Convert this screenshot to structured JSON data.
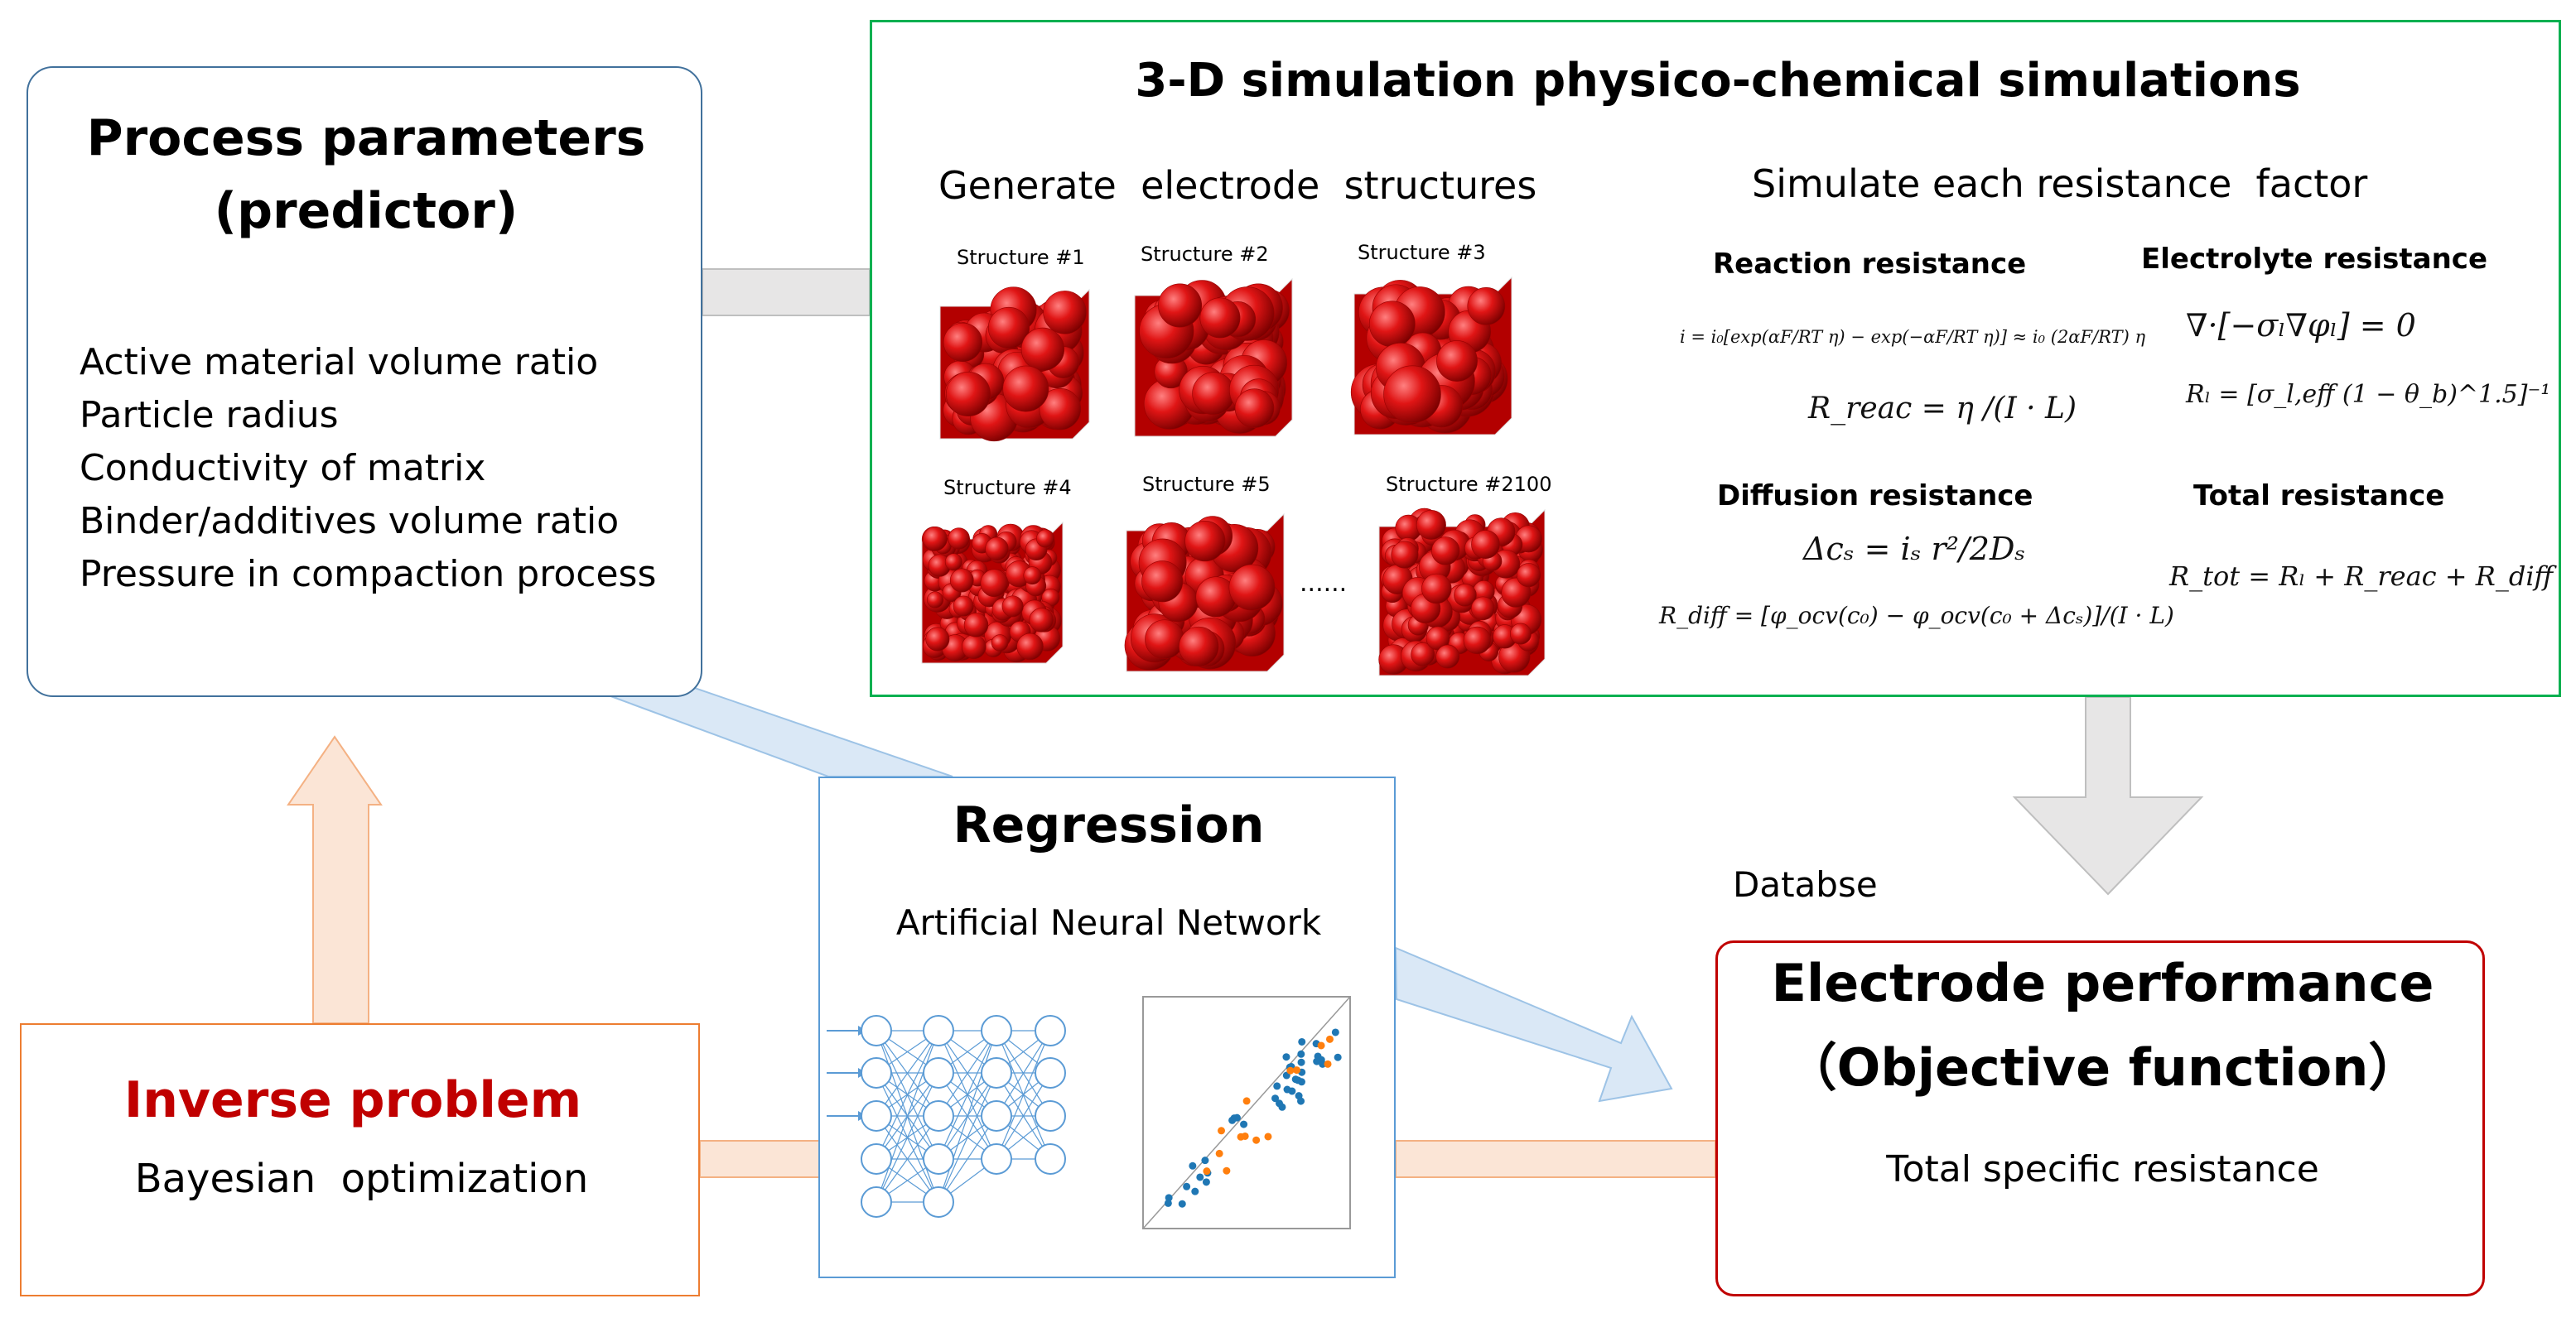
{
  "process_box": {
    "title": "Process parameters",
    "subtitle": "(predictor)",
    "items": [
      "Active material volume ratio",
      "Particle radius",
      "Conductivity of matrix",
      "Binder/additives volume ratio",
      "Pressure in compaction process"
    ]
  },
  "simulation_box": {
    "title": "3-D simulation physico-chemical simulations",
    "left_heading": "Generate  electrode  structures",
    "right_heading": "Simulate each resistance  factor",
    "structures": [
      "Structure #1",
      "Structure #2",
      "Structure #3",
      "Structure #4",
      "Structure #5",
      "Structure #2100"
    ],
    "ellipsis": "......",
    "reaction": {
      "label": "Reaction resistance",
      "eq1": "i = i₀[exp(αF/RT η) − exp(−αF/RT η)] ≈ i₀ (2αF/RT) η",
      "eq2": "R_reac = η /(I · L)"
    },
    "electrolyte": {
      "label": "Electrolyte resistance",
      "eq1": "∇·[−σₗ∇φₗ] = 0",
      "eq2": "Rₗ = [σ_l,eff (1 − θ_b)^1.5]⁻¹"
    },
    "diffusion": {
      "label": "Diffusion resistance",
      "eq1": "Δcₛ = iₛ r²/2Dₛ",
      "eq2": "R_diff = [φ_ocv(c₀) − φ_ocv(c₀ + Δcₛ)]/(I · L)"
    },
    "total": {
      "label": "Total resistance",
      "eq1": "R_tot = Rₗ + R_reac + R_diff"
    }
  },
  "regression_box": {
    "title": "Regression",
    "subtitle": "Artificial Neural Network"
  },
  "database_label": "Databse",
  "performance_box": {
    "title": "Electrode performance",
    "subtitle": "（Objective function）",
    "body": "Total specific resistance"
  },
  "inverse_box": {
    "title": "Inverse problem",
    "subtitle": "Bayesian  optimization"
  },
  "colors": {
    "process_border": "#41719c",
    "simulation_border": "#00b050",
    "regression_border": "#5b9bd5",
    "performance_border": "#c00000",
    "inverse_border": "#ed7d31",
    "inverse_title": "#c00000",
    "structure_red": "#dd1111",
    "arrow_blue": "#dae8f6",
    "arrow_orange": "#fbe5d6",
    "arrow_gray": "#e7e6e6"
  }
}
